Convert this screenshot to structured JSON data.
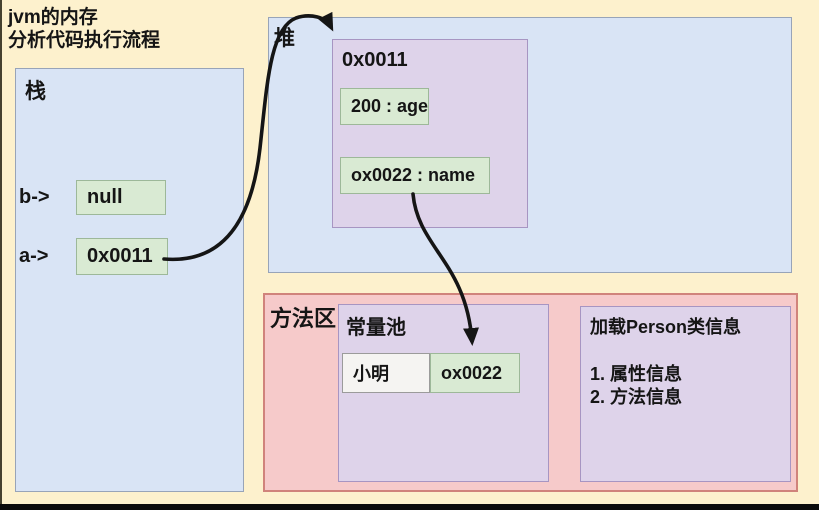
{
  "title": {
    "line1": "jvm的内存",
    "line2": "分析代码执行流程"
  },
  "stack": {
    "label": "栈",
    "vars": [
      {
        "name": "b->",
        "value": "null"
      },
      {
        "name": "a->",
        "value": "0x0011"
      }
    ]
  },
  "heap": {
    "label": "堆",
    "object": {
      "address": "0x0011",
      "fields": [
        {
          "text": "200 : age"
        },
        {
          "text": "ox0022 : name"
        }
      ]
    }
  },
  "method_area": {
    "label": "方法区",
    "constant_pool": {
      "label": "常量池",
      "entry": {
        "value": "小明",
        "address": "ox0022"
      }
    },
    "class_info": {
      "title": "加载Person类信息",
      "item1": "1. 属性信息",
      "item2": "2. 方法信息"
    }
  },
  "colors": {
    "background": "#fdf1cd",
    "stack_heap_fill": "#d9e4f5",
    "stack_heap_border": "#98a4b8",
    "object_fill": "#ded3ea",
    "object_border": "#a795c2",
    "method_area_fill": "#f6caca",
    "method_area_border": "#d0837b",
    "value_cell_fill": "#d9ead3",
    "value_cell_border": "#9db899",
    "arrow": "#151515"
  }
}
